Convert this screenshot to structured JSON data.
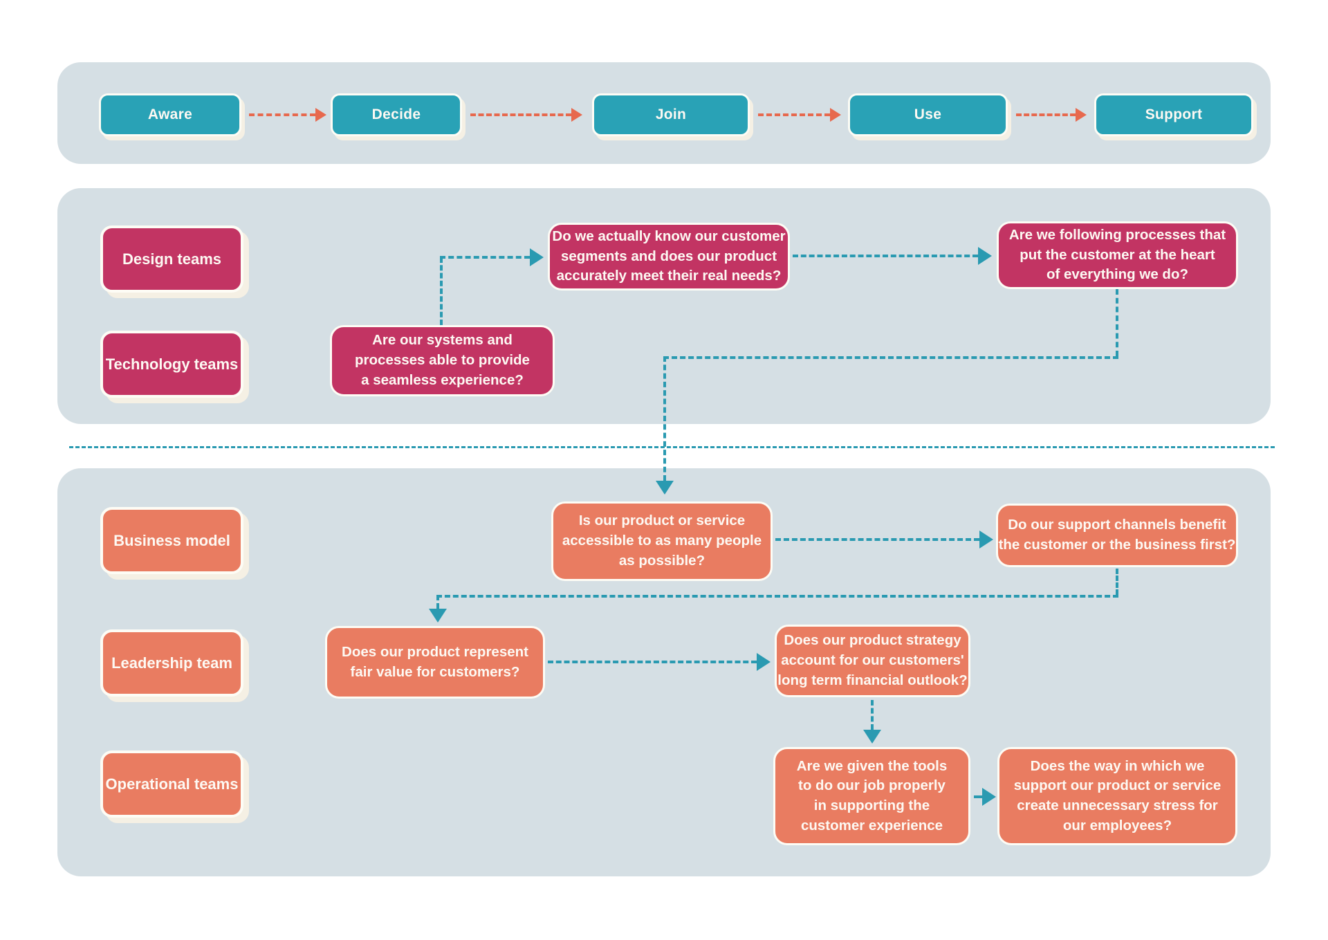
{
  "colors": {
    "page_bg": "#ffffff",
    "band_bg": "#d5dfe4",
    "stage_fill": "#29a2b6",
    "pink_fill": "#c23463",
    "orange_fill": "#e97c61",
    "teal_connector": "#2a9ab1",
    "orange_connector": "#e7694e",
    "box_text": "#fdf9f3",
    "box_border": "#fdfcf5",
    "box_shadow": "#f5f0e4"
  },
  "journey": {
    "stages": [
      {
        "label": "Aware"
      },
      {
        "label": "Decide"
      },
      {
        "label": "Join"
      },
      {
        "label": "Use"
      },
      {
        "label": "Support"
      }
    ]
  },
  "internal": {
    "teams": [
      {
        "label": "Design teams"
      },
      {
        "label": "Technology teams"
      }
    ],
    "questions": {
      "systems": "Are our systems and\nprocesses able to provide\na seamless experience?",
      "segments": "Do we actually know our customer\nsegments and does our product\naccurately meet their real needs?",
      "processes": "Are we following processes that\nput the customer at the heart\nof everything we do?"
    }
  },
  "organisation": {
    "teams": [
      {
        "label": "Business model"
      },
      {
        "label": "Leadership team"
      },
      {
        "label": "Operational teams"
      }
    ],
    "questions": {
      "accessible": "Is our product or service\naccessible to as many people\nas possible?",
      "channels": "Do our support channels benefit\nthe customer or the business first?",
      "fair_value": "Does our product represent\nfair value for customers?",
      "strategy": "Does our product strategy\naccount for our customers'\nlong term financial outlook?",
      "tools": "Are we given the tools\nto do our job properly\nin supporting the\ncustomer experience",
      "stress": "Does the way in which we\nsupport our product or service\ncreate unnecessary stress for\nour employees?"
    }
  }
}
